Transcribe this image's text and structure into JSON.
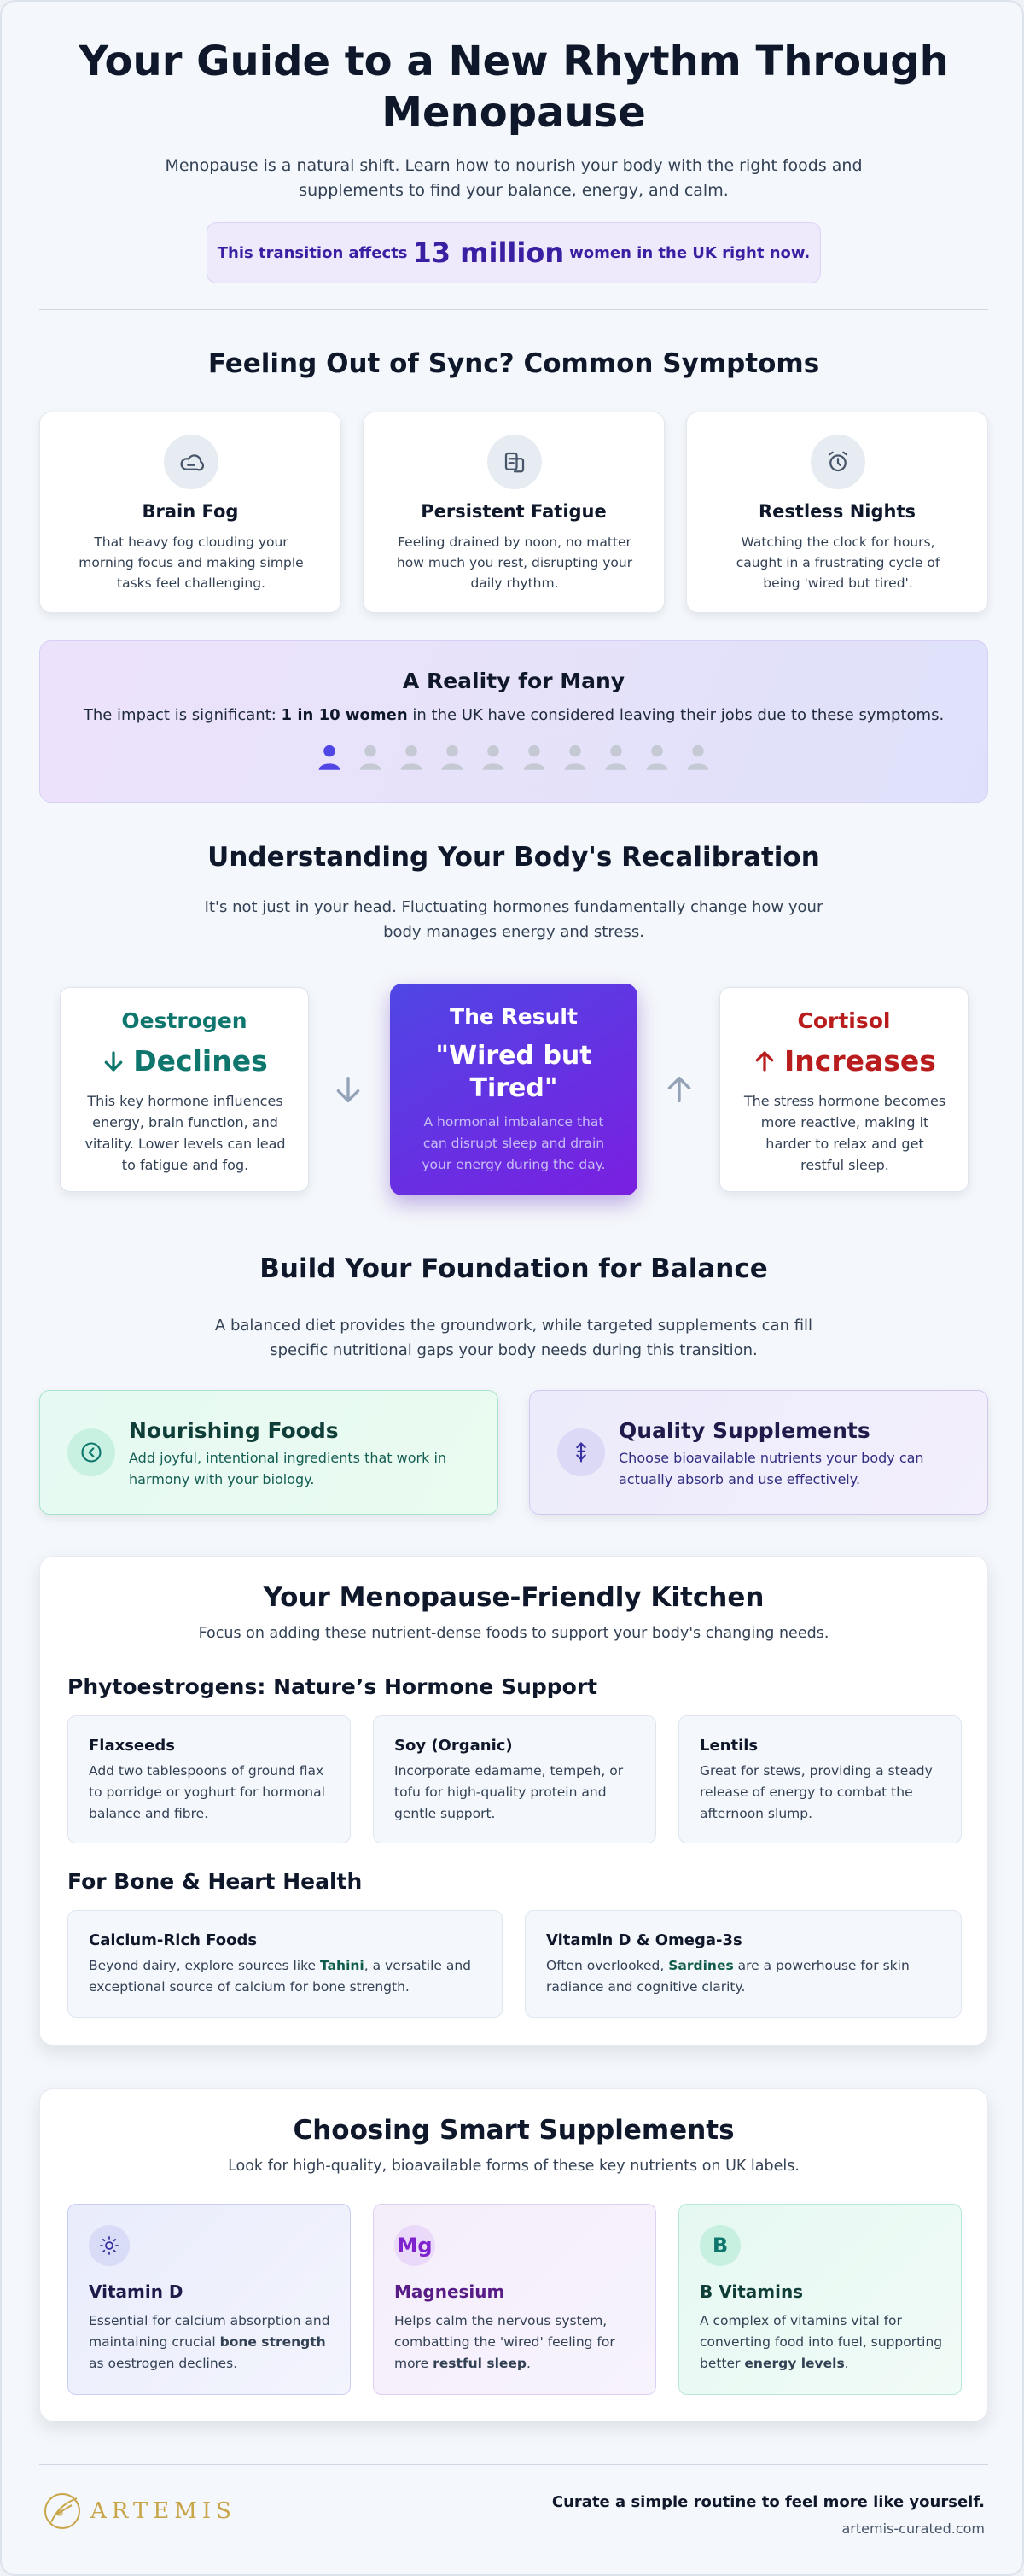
{
  "hero": {
    "title": "Your Guide to a New Rhythm Through Menopause",
    "subtitle": "Menopause is a natural shift. Learn how to nourish your body with the right foods and supplements to find your balance, energy, and calm.",
    "stat_prefix": "This transition affects",
    "stat_value": "13 million",
    "stat_suffix": "women in the UK right now."
  },
  "symptoms": {
    "title": "Feeling Out of Sync? Common Symptoms",
    "cards": [
      {
        "icon": "cloud-icon",
        "title": "Brain Fog",
        "desc": "That heavy fog clouding your morning focus and making simple tasks feel challenging."
      },
      {
        "icon": "battery-icon",
        "title": "Persistent Fatigue",
        "desc": "Feeling drained by noon, no matter how much you rest, disrupting your daily rhythm."
      },
      {
        "icon": "alarm-clock-icon",
        "title": "Restless Nights",
        "desc": "Watching the clock for hours, caught in a frustrating cycle of being 'wired but tired'."
      }
    ]
  },
  "reality": {
    "title": "A Reality for Many",
    "text_prefix": "The impact is significant:",
    "text_bold": "1 in 10 women",
    "text_suffix": "in the UK have considered leaving their jobs due to these symptoms.",
    "highlighted_count": 1,
    "total_count": 10,
    "colors": {
      "highlight": "#4f46e5",
      "muted": "#c4c9d3"
    }
  },
  "body": {
    "title": "Understanding Your Body's Recalibration",
    "subtitle": "It's not just in your head. Fluctuating hormones fundamentally change how your body manages energy and stress.",
    "oestrogen": {
      "name": "Oestrogen",
      "direction": "Declines",
      "desc": "This key hormone influences energy, brain function, and vitality. Lower levels can lead to fatigue and fog.",
      "color": "#0f766e"
    },
    "result": {
      "label": "The Result",
      "quote": "\"Wired but Tired\"",
      "desc": "A hormonal imbalance that can disrupt sleep and drain your energy during the day."
    },
    "cortisol": {
      "name": "Cortisol",
      "direction": "Increases",
      "desc": "The stress hormone becomes more reactive, making it harder to relax and get restful sleep.",
      "color": "#b91c1c"
    }
  },
  "foundation": {
    "title": "Build Your Foundation for Balance",
    "subtitle": "A balanced diet provides the groundwork, while targeted supplements can fill specific nutritional gaps your body needs during this transition.",
    "foods": {
      "title": "Nourishing Foods",
      "desc": "Add joyful, intentional ingredients that work in harmony with your biology."
    },
    "supplements": {
      "title": "Quality Supplements",
      "desc": "Choose bioavailable nutrients your body can actually absorb and use effectively."
    }
  },
  "kitchen": {
    "title": "Your Menopause-Friendly Kitchen",
    "subtitle": "Focus on adding these nutrient-dense foods to support your body's changing needs.",
    "phyto_heading": "Phytoestrogens: Nature’s Hormone Support",
    "phyto": [
      {
        "title": "Flaxseeds",
        "desc": "Add two tablespoons of ground flax to porridge or yoghurt for hormonal balance and fibre."
      },
      {
        "title": "Soy (Organic)",
        "desc": "Incorporate edamame, tempeh, or tofu for high-quality protein and gentle support."
      },
      {
        "title": "Lentils",
        "desc": "Great for stews, providing a steady release of energy to combat the afternoon slump."
      }
    ],
    "bone_heading": "For Bone & Heart Health",
    "calcium": {
      "title": "Calcium-Rich Foods",
      "pre": "Beyond dairy, explore sources like",
      "bold": "Tahini",
      "post": ", a versatile and exceptional source of calcium for bone strength."
    },
    "vitd": {
      "title": "Vitamin D & Omega-3s",
      "pre": "Often overlooked,",
      "bold": "Sardines",
      "post": "are a powerhouse for skin radiance and cognitive clarity."
    }
  },
  "supplements": {
    "title": "Choosing Smart Supplements",
    "subtitle": "Look for high-quality, bioavailable forms of these key nutrients on UK labels.",
    "items": [
      {
        "icon": "sun-icon",
        "badge": "",
        "title": "Vitamin D",
        "pre": "Essential for calcium absorption and maintaining crucial",
        "bold": "bone strength",
        "post": "as oestrogen declines."
      },
      {
        "icon": "magnesium-badge",
        "badge": "Mg",
        "title": "Magnesium",
        "pre": "Helps calm the nervous system, combatting the 'wired' feeling for more",
        "bold": "restful sleep",
        "post": "."
      },
      {
        "icon": "b-vitamins-badge",
        "badge": "B",
        "title": "B Vitamins",
        "pre": "A complex of vitamins vital for converting food into fuel, supporting better",
        "bold": "energy levels",
        "post": "."
      }
    ]
  },
  "footer": {
    "brand": "ARTEMIS",
    "tagline": "Curate a simple routine to feel more like yourself.",
    "url": "artemis-curated.com"
  }
}
